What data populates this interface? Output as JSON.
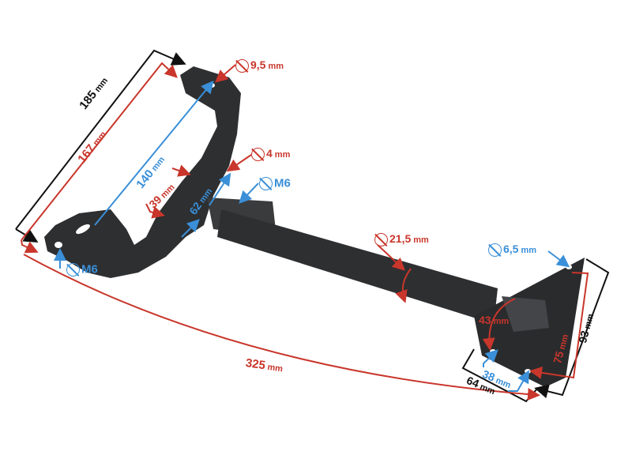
{
  "diagram": {
    "subject": "Black metal bracket / mount with tube arm and triangular base plate",
    "colors": {
      "outer_dims": "#111111",
      "red_dims": "#c9362b",
      "blue_dims": "#3a8fd8",
      "part": "#2e2f31",
      "background": "#ffffff"
    },
    "labels": {
      "overall_width": {
        "value": "185",
        "unit": "mm"
      },
      "outer_hole_span": {
        "value": "167",
        "unit": "mm"
      },
      "hole_to_hole": {
        "value": "140",
        "unit": "mm"
      },
      "top_hole_diameter": {
        "value": "9,5",
        "unit": "mm"
      },
      "small_hole_diameter": {
        "value": "4",
        "unit": "mm"
      },
      "center_thread": {
        "value": "M6",
        "unit": ""
      },
      "left_thread": {
        "value": "M6",
        "unit": ""
      },
      "bracket_hole_spacing": {
        "value": "39",
        "unit": "mm"
      },
      "bracket_hole_spacing_2": {
        "value": "62",
        "unit": "mm"
      },
      "tube_diameter": {
        "value": "21,5",
        "unit": "mm"
      },
      "plate_hole_diameter": {
        "value": "6,5",
        "unit": "mm"
      },
      "total_length": {
        "value": "325",
        "unit": "mm"
      },
      "plate_arc": {
        "value": "43",
        "unit": "mm"
      },
      "plate_hole_spacing_75": {
        "value": "75",
        "unit": "mm"
      },
      "plate_height": {
        "value": "93",
        "unit": "mm"
      },
      "plate_hole_spacing_38": {
        "value": "38",
        "unit": "mm"
      },
      "plate_width": {
        "value": "64",
        "unit": "mm"
      }
    }
  }
}
